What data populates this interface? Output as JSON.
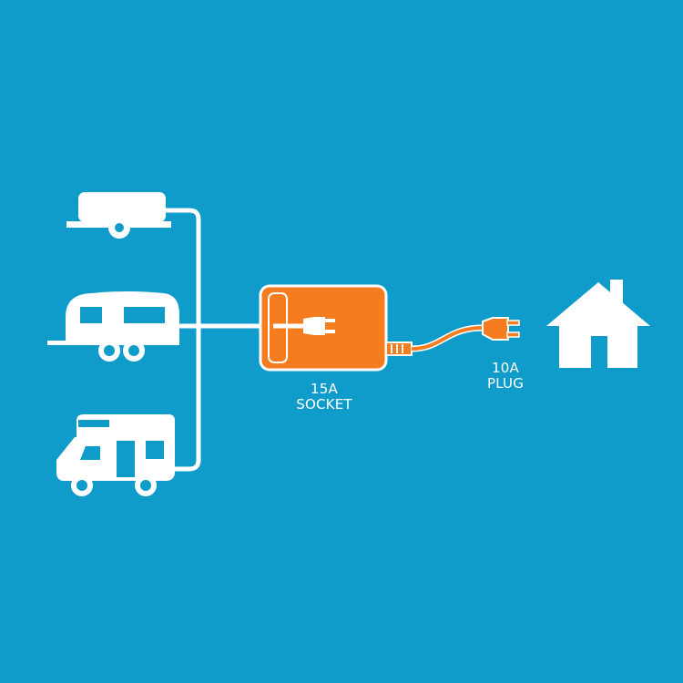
{
  "colors": {
    "background": "#0f9ccb",
    "icon": "#ffffff",
    "adapter": "#f57d20",
    "cable": "#f57d20"
  },
  "vehicles": [
    {
      "name": "box-trailer",
      "icon": "trailer-icon"
    },
    {
      "name": "caravan",
      "icon": "caravan-icon"
    },
    {
      "name": "motorhome",
      "icon": "motorhome-icon"
    }
  ],
  "adapter": {
    "icon": "socket-adapter-icon",
    "label_line1": "15A",
    "label_line2": "SOCKET"
  },
  "plug": {
    "icon": "plug-icon",
    "label_line1": "10A",
    "label_line2": "PLUG"
  },
  "destination": {
    "icon": "house-icon"
  }
}
